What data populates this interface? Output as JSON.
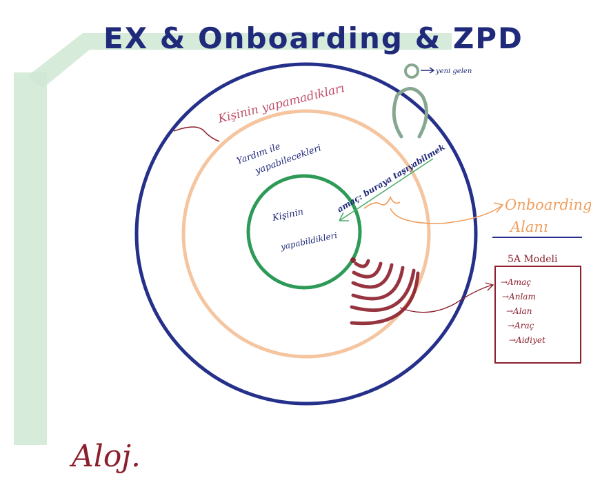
{
  "title": "EX & Onboarding & ZPD",
  "colors": {
    "title": "#1f2a7a",
    "highlight": "#cfe8d4",
    "outer_ring": "#25308a",
    "middle_ring": "#f5c5a0",
    "inner_ring": "#2e9a57",
    "maroon": "#8b1f2c",
    "orange": "#f0a060",
    "person": "#86a890",
    "arrow_green": "#4fae6b",
    "ink": "#1f2a7a"
  },
  "labels": {
    "outer": "Kişinin yapamadıkları",
    "middle_line1": "Yardım ile",
    "middle_line2": "yapabilecekleri",
    "inner_line1": "Kişinin",
    "inner_line2": "yapabildikleri",
    "arrow_text": "amaç: buraya taşıyabilmek",
    "new_arrival": "yeni gelen",
    "onboarding_line1": "Onboarding",
    "onboarding_line2": "Alanı",
    "model_title": "5A Modeli"
  },
  "model_items": [
    "Amaç",
    "Anlam",
    "Alan",
    "Araç",
    "Aidiyet"
  ],
  "signature": "Aloj."
}
